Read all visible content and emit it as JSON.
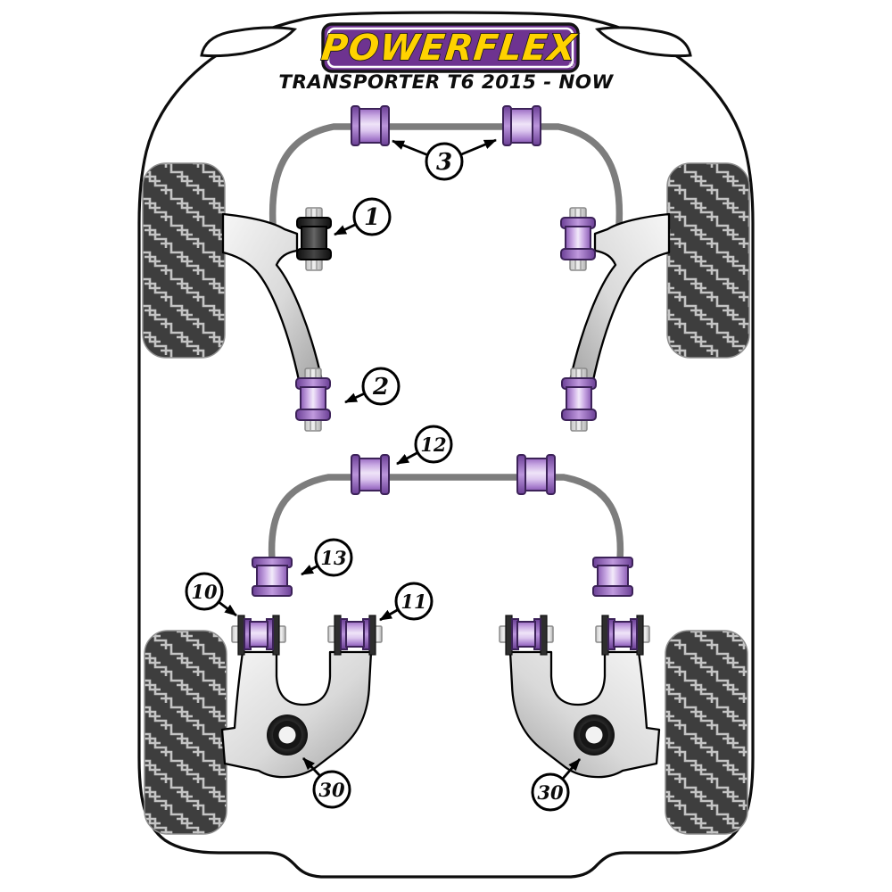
{
  "header": {
    "logo_text": "POWERFLEX",
    "registered_mark": "®",
    "subtitle": "TRANSPORTER T6 2015 - NOW"
  },
  "colors": {
    "brand_purple": "#6E3390",
    "brand_yellow": "#FFD200",
    "bushing_purple": "#A97FCE",
    "bushing_black": "#3A3A3A",
    "bar_gray": "#7D7D7D",
    "tire_dark": "#3E3E3E",
    "tread_light": "#C4C4C4"
  },
  "callouts": {
    "front_arb": "3",
    "front_arm_front": "1",
    "front_arm_rear": "2",
    "rear_arb": "12",
    "rear_arb_end": "13",
    "rear_arm_front": "10",
    "rear_arm_rear": "11",
    "rear_hub_left": "30",
    "rear_hub_right": "30"
  }
}
